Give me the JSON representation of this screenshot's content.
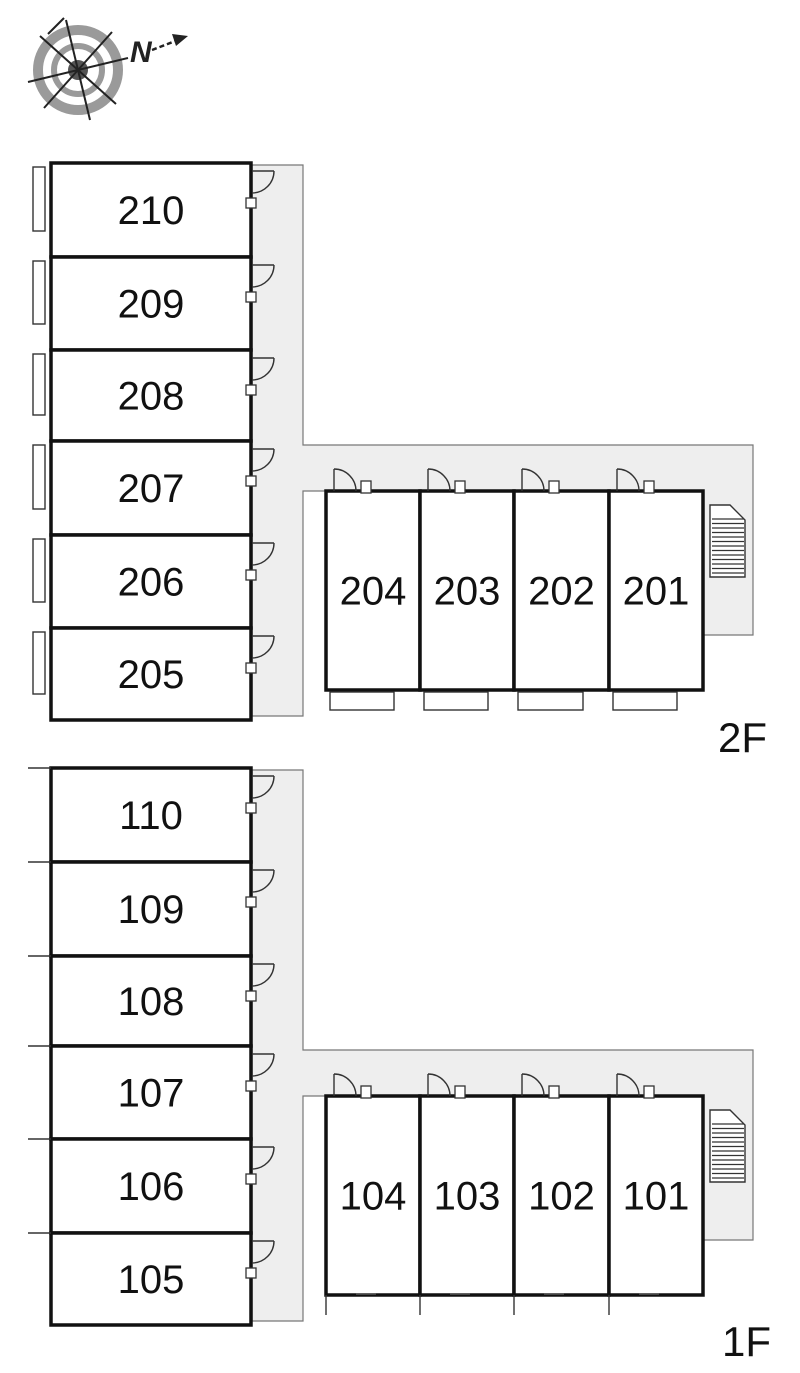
{
  "compass": {
    "letter": "N"
  },
  "floors": [
    {
      "label": "2F",
      "left_column": [
        "210",
        "209",
        "208",
        "207",
        "206",
        "205"
      ],
      "right_row": [
        "204",
        "203",
        "202",
        "201"
      ]
    },
    {
      "label": "1F",
      "left_column": [
        "110",
        "109",
        "108",
        "107",
        "106",
        "105"
      ],
      "right_row": [
        "104",
        "103",
        "102",
        "101"
      ]
    }
  ],
  "colors": {
    "wall": "#111111",
    "corridor": "#eeeeee",
    "background": "#ffffff"
  }
}
